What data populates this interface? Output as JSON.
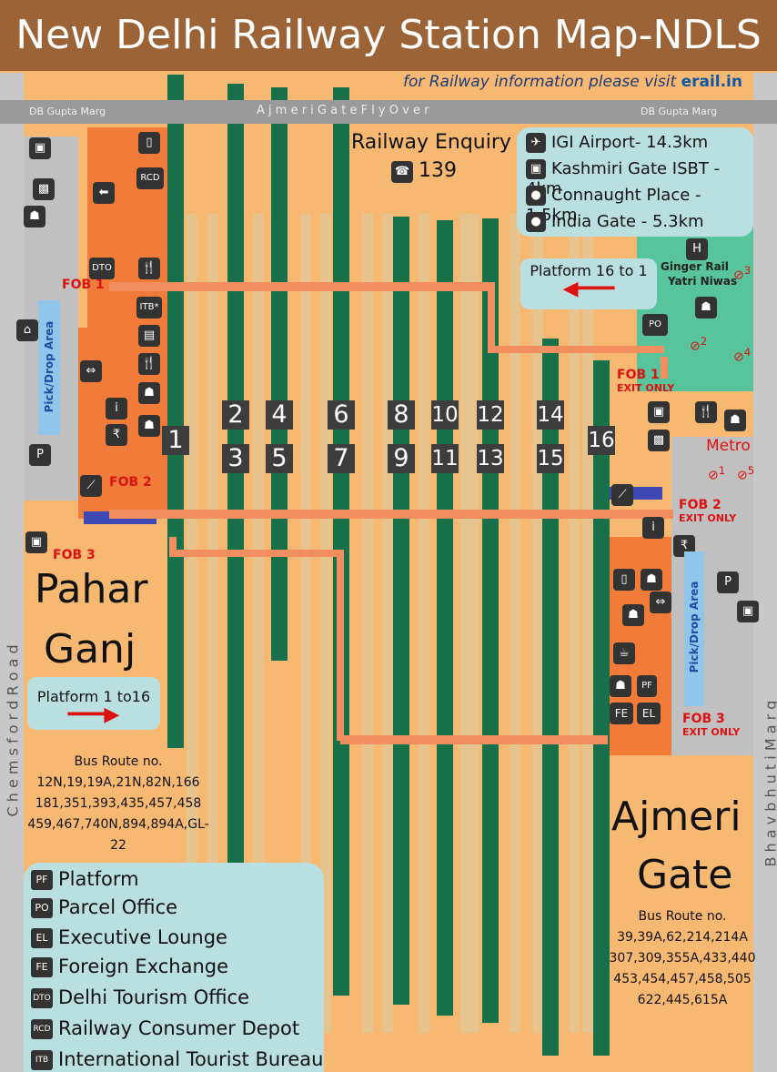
{
  "title": "New Delhi Railway Station Map-NDLS",
  "info_line": {
    "text": "for Railway information please visit",
    "site": "erail.in"
  },
  "roads": {
    "top_left": "DB Gupta Marg",
    "top_center": "A j m e r i   G a t e   F l y O v e r",
    "top_right": "DB Gupta Marg",
    "left": "C h e m s f o r d   R o a d",
    "right": "B h a v b h u t i   M a r g"
  },
  "enquiry": {
    "label": "Railway Enquiry",
    "number": "139"
  },
  "distances": [
    {
      "icon": "plane-icon",
      "glyph": "✈",
      "text": "IGI Airport- 14.3km"
    },
    {
      "icon": "bus-icon",
      "glyph": "▣",
      "text": "Kashmiri Gate ISBT - 4km"
    },
    {
      "icon": "dot-icon",
      "glyph": "●",
      "text": "Connaught Place - 1.5km"
    },
    {
      "icon": "dot-icon",
      "glyph": "●",
      "text": "India Gate - 5.3km"
    }
  ],
  "platform_numbers": [
    [
      "1"
    ],
    [
      "2",
      "3"
    ],
    [
      "4",
      "5"
    ],
    [
      "6",
      "7"
    ],
    [
      "8",
      "9"
    ],
    [
      "10",
      "11"
    ],
    [
      "12",
      "13"
    ],
    [
      "14",
      "15"
    ],
    [
      "16"
    ]
  ],
  "fobs": {
    "left": [
      "FOB 1",
      "FOB 2",
      "FOB 3"
    ],
    "right": [
      {
        "name": "FOB 1",
        "note": "EXIT ONLY"
      },
      {
        "name": "FOB 2",
        "note": "EXIT ONLY"
      },
      {
        "name": "FOB 3",
        "note": "EXIT ONLY"
      }
    ]
  },
  "labels": {
    "pahar": "Pahar",
    "ganj": "Ganj",
    "ajmeri": "Ajmeri",
    "gate": "Gate",
    "ginger": "Ginger Rail",
    "yatri": "Yatri Niwas",
    "metro": "Metro",
    "pick_drop": "Pick/Drop Area",
    "platform_1_16": "Platform 1 to16",
    "platform_16_1": "Platform 16 to 1",
    "metro_nums": [
      "3",
      "2",
      "4",
      "1",
      "5"
    ]
  },
  "icon_codes": {
    "rcd": "RCD",
    "dto": "DTO",
    "itb": "ITB*",
    "po": "PO",
    "pf": "PF",
    "fe": "FE",
    "el": "EL",
    "rupee": "₹",
    "info": "i"
  },
  "bus_left": {
    "title": "Bus Route no.",
    "lines": [
      "12N,19,19A,21N,82N,166",
      "181,351,393,435,457,458",
      "459,467,740N,894,894A,GL-22"
    ]
  },
  "bus_right": {
    "title": "Bus Route no.",
    "lines": [
      "39,39A,62,214,214A",
      "307,309,355A,433,440",
      "453,454,457,458,505",
      "622,445,615A"
    ]
  },
  "legend": [
    {
      "code": "PF",
      "text": "Platform"
    },
    {
      "code": "PO",
      "text": "Parcel Office"
    },
    {
      "code": "EL",
      "text": "Executive Lounge"
    },
    {
      "code": "FE",
      "text": "Foreign Exchange"
    },
    {
      "code": "DTO",
      "text": "Delhi Tourism Office"
    },
    {
      "code": "RCD",
      "text": "Railway Consumer Depot"
    },
    {
      "code": "ITB",
      "text": "International Tourist Bureau"
    }
  ],
  "colors": {
    "platform": "#17704a",
    "track": "#e0c99a",
    "fob": "#f28e5f",
    "building": "#f17c3a",
    "info_box": "#b9dfe0",
    "exit": "#d11111"
  }
}
